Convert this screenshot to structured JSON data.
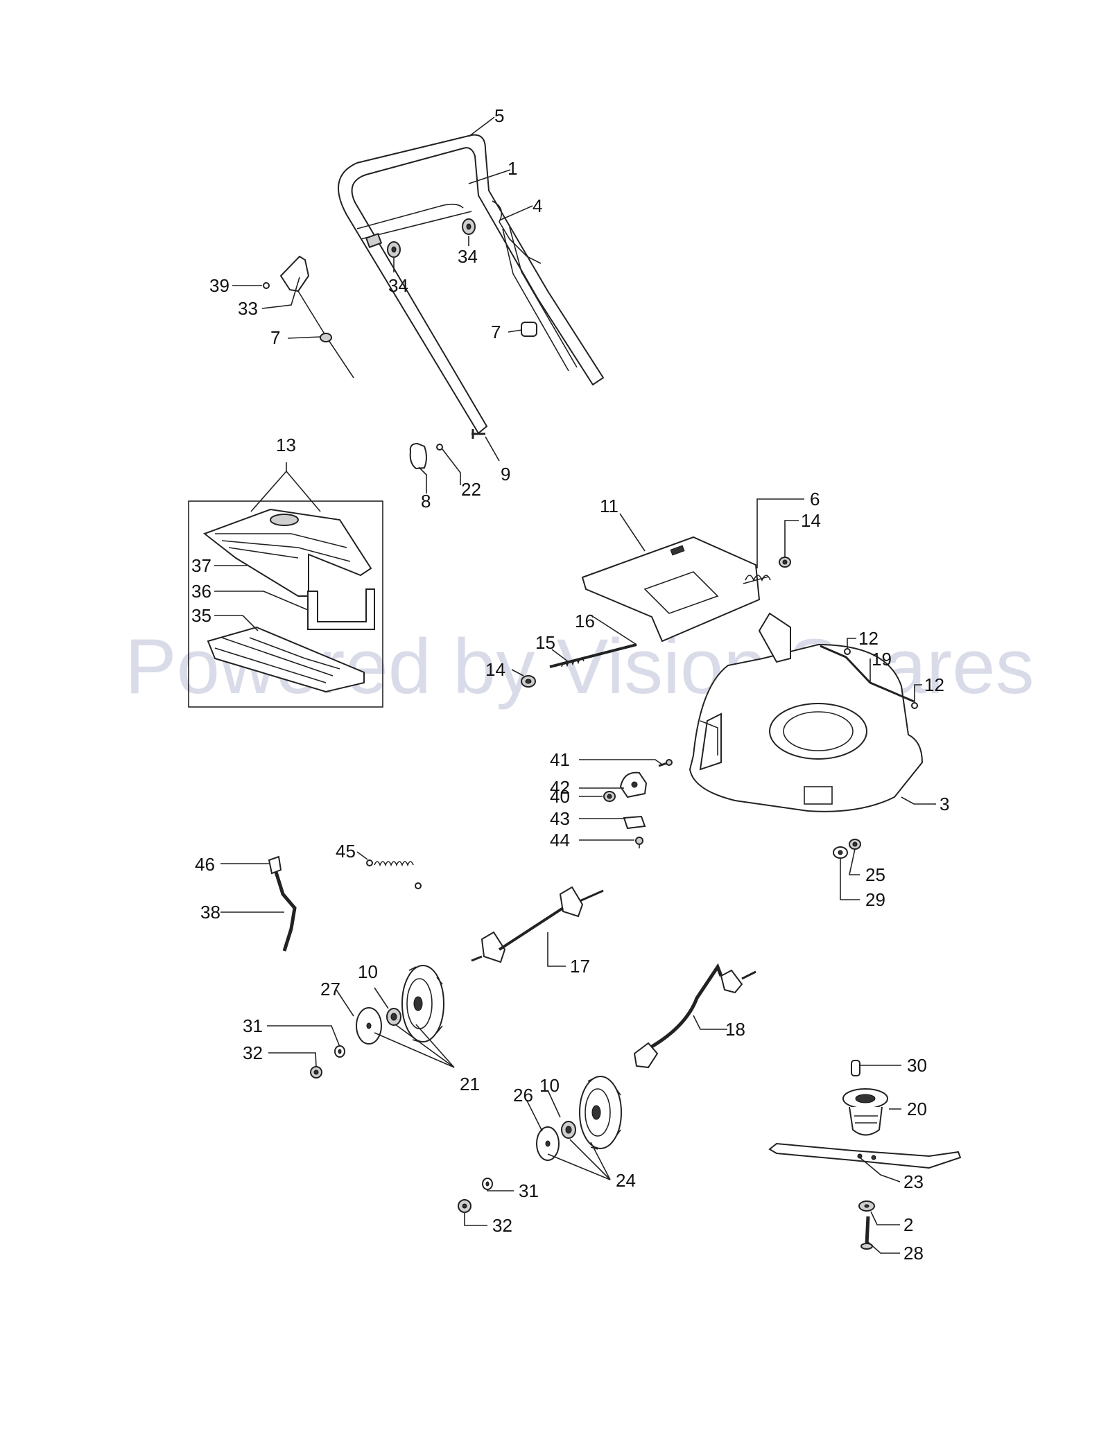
{
  "watermark": "Powered by Vision Spares",
  "callouts": {
    "c5": "5",
    "c1": "1",
    "c4": "4",
    "c34a": "34",
    "c34b": "34",
    "c39": "39",
    "c33": "33",
    "c7a": "7",
    "c7b": "7",
    "c9": "9",
    "c22": "22",
    "c8": "8",
    "c13": "13",
    "c37": "37",
    "c36": "36",
    "c35": "35",
    "c11": "11",
    "c6": "6",
    "c14a": "14",
    "c16": "16",
    "c15": "15",
    "c14b": "14",
    "c12a": "12",
    "c19": "19",
    "c12b": "12",
    "c41": "41",
    "c42": "42",
    "c40": "40",
    "c43": "43",
    "c44": "44",
    "c3": "3",
    "c25": "25",
    "c29": "29",
    "c45": "45",
    "c46": "46",
    "c38": "38",
    "c17": "17",
    "c27": "27",
    "c10a": "10",
    "c31a": "31",
    "c32a": "32",
    "c21": "21",
    "c18": "18",
    "c30": "30",
    "c20": "20",
    "c26": "26",
    "c10b": "10",
    "c24": "24",
    "c23": "23",
    "c31b": "31",
    "c32b": "32",
    "c2": "2",
    "c28": "28"
  }
}
